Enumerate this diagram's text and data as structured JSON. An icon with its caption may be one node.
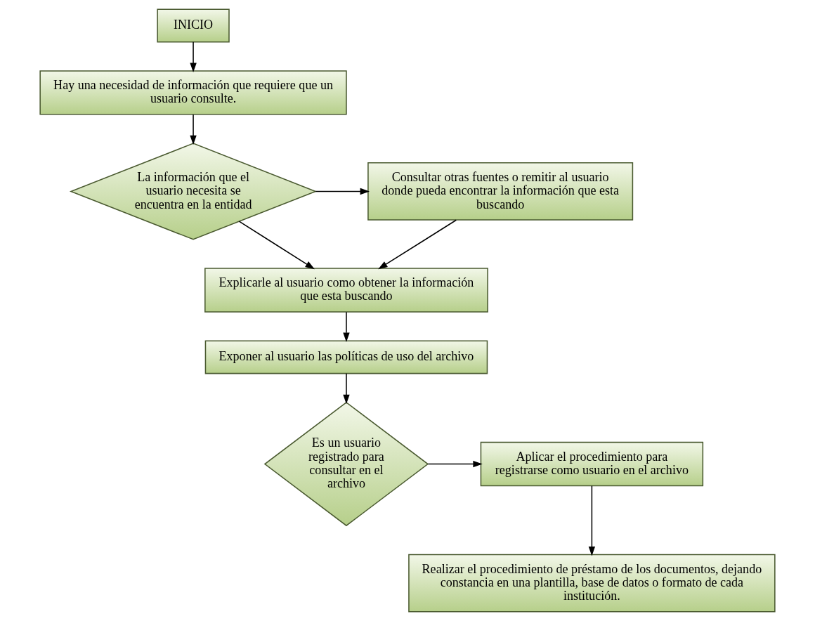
{
  "diagram": {
    "nodes": [
      {
        "text": [
          "INICIO"
        ]
      },
      {
        "text": [
          "Hay una necesidad de información que requiere que un usuario consulte."
        ]
      },
      {
        "text": [
          "La información que el usuario necesita se encuentra en la entidad"
        ]
      },
      {
        "text": [
          "Consultar otras fuentes o remitir al usuario donde pueda encontrar la información que esta buscando"
        ]
      },
      {
        "text": [
          "Explicarle al usuario como obtener la información que esta buscando"
        ]
      },
      {
        "text": [
          "Exponer al usuario las políticas de uso del archivo"
        ]
      },
      {
        "text": [
          "Es un usuario registrado para consultar en el archivo"
        ]
      },
      {
        "text": [
          "Aplicar el procedimiento para registrarse como usuario en el archivo"
        ]
      },
      {
        "text": [
          "Realizar el procedimiento de préstamo de los documentos, dejando constancia en una plantilla, base de datos o formato de cada institución."
        ]
      }
    ],
    "edges": [
      {
        "from": 0,
        "to": 1,
        "arrow": "to"
      },
      {
        "from": 1,
        "to": 2,
        "arrow": "to"
      },
      {
        "from": 2,
        "to": 3,
        "arrow": "to"
      },
      {
        "from": 2,
        "to": 4,
        "arrow": "to"
      },
      {
        "from": 3,
        "to": 4,
        "arrow": "to"
      },
      {
        "from": 4,
        "to": 5,
        "arrow": "to"
      },
      {
        "from": 5,
        "to": 6,
        "arrow": "to"
      },
      {
        "from": 6,
        "to": 7,
        "arrow": "to"
      },
      {
        "from": 7,
        "to": 8,
        "arrow": "to"
      }
    ]
  }
}
